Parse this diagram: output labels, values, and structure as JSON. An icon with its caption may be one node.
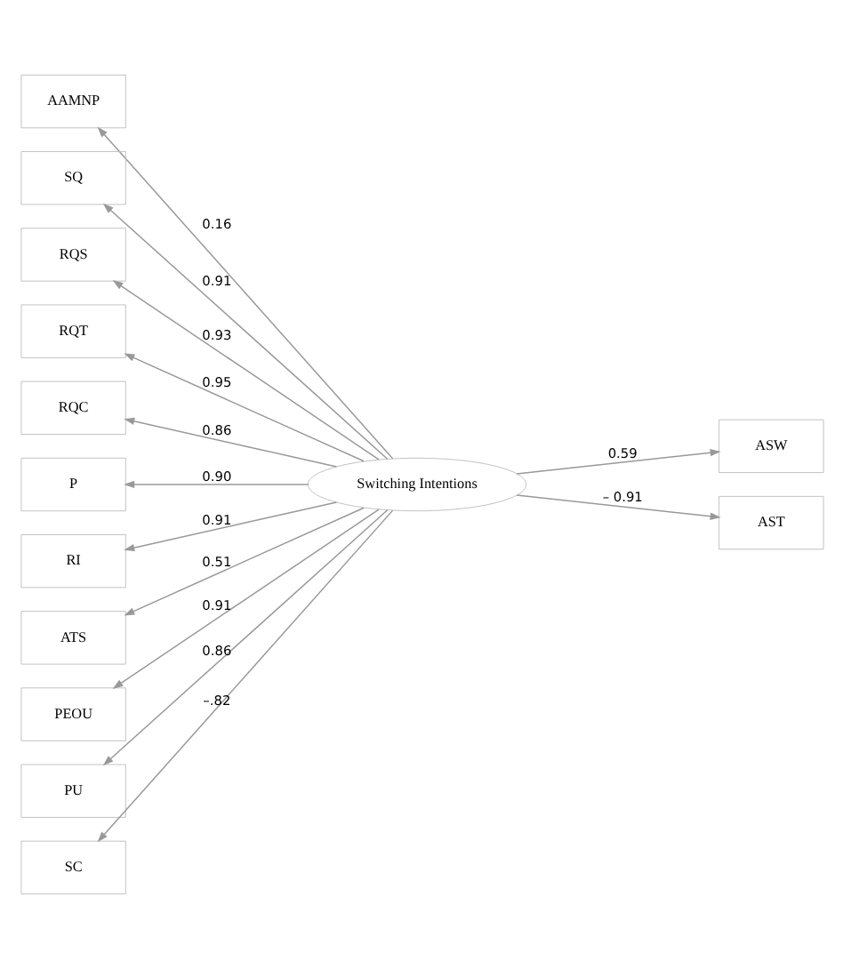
{
  "diagram": {
    "nodes": [
      {
        "text": [
          "AAMNP"
        ]
      },
      {
        "text": [
          "SQ"
        ]
      },
      {
        "text": [
          "RQS"
        ]
      },
      {
        "text": [
          "RQT"
        ]
      },
      {
        "text": [
          "RQC"
        ]
      },
      {
        "text": [
          "P"
        ]
      },
      {
        "text": [
          "RI"
        ]
      },
      {
        "text": [
          "ATS"
        ]
      },
      {
        "text": [
          "PEOU"
        ]
      },
      {
        "text": [
          "PU"
        ]
      },
      {
        "text": [
          "SC"
        ]
      },
      {
        "text": [
          "Switching Intentions"
        ]
      },
      {
        "text": [
          "ASW"
        ]
      },
      {
        "text": [
          "AST"
        ]
      }
    ],
    "edges": [
      {
        "from": 11,
        "to": 0,
        "arrow": "to",
        "label": "0.16"
      },
      {
        "from": 11,
        "to": 1,
        "arrow": "to",
        "label": "0.91"
      },
      {
        "from": 11,
        "to": 2,
        "arrow": "to",
        "label": "0.93"
      },
      {
        "from": 11,
        "to": 3,
        "arrow": "to",
        "label": "0.95"
      },
      {
        "from": 11,
        "to": 4,
        "arrow": "to",
        "label": "0.86"
      },
      {
        "from": 11,
        "to": 5,
        "arrow": "to",
        "label": "0.90"
      },
      {
        "from": 11,
        "to": 6,
        "arrow": "to",
        "label": "0.91"
      },
      {
        "from": 11,
        "to": 7,
        "arrow": "to",
        "label": "0.51"
      },
      {
        "from": 11,
        "to": 8,
        "arrow": "to",
        "label": "0.91"
      },
      {
        "from": 11,
        "to": 9,
        "arrow": "to",
        "label": "0.86"
      },
      {
        "from": 11,
        "to": 10,
        "arrow": "to",
        "label": "–.82"
      },
      {
        "from": 11,
        "to": 12,
        "arrow": "to",
        "label": "0.59"
      },
      {
        "from": 11,
        "to": 13,
        "arrow": "to",
        "label": "– 0.91"
      }
    ]
  }
}
